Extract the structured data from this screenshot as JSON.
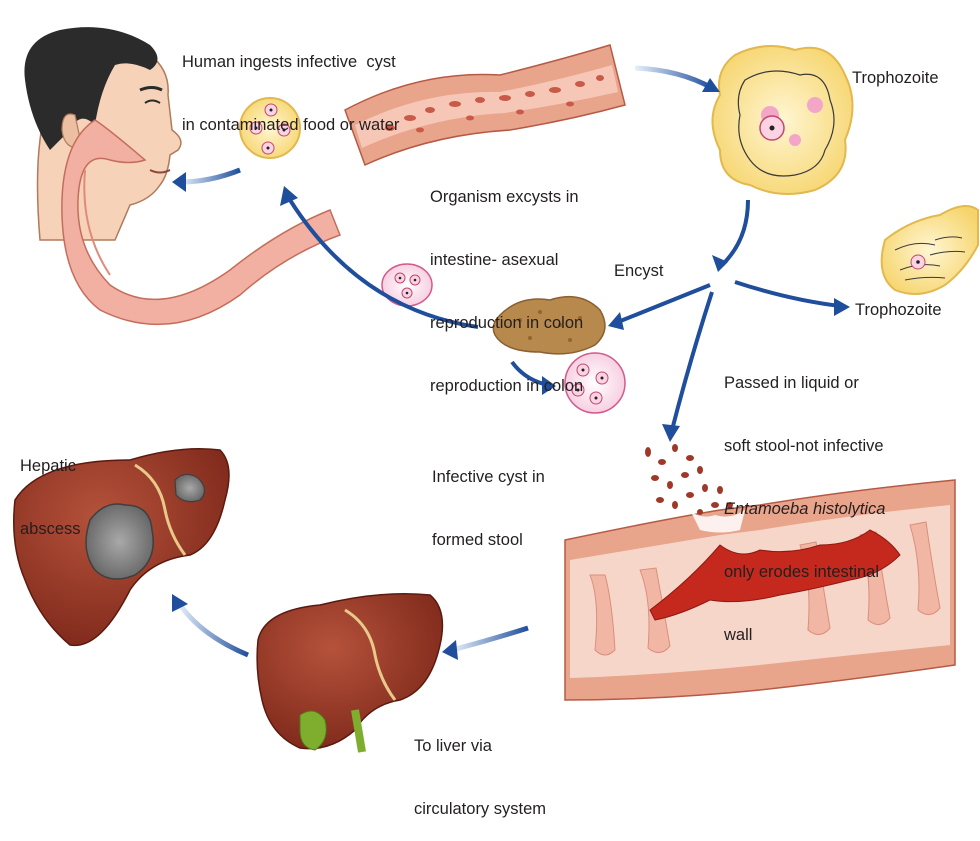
{
  "labels": {
    "ingest": [
      "Human ingests infective  cyst",
      "in contaminated food or water"
    ],
    "trophozoite_top": "Trophozoite",
    "excyst": [
      "Organism excysts in",
      "intestine- asexual",
      "reproduction in colon",
      "reproduction in colon"
    ],
    "encyst": "Encyst",
    "trophozoite_right": "Trophozoite",
    "passed": [
      "Passed in liquid or",
      "soft stool-not infective"
    ],
    "species": "Entamoeba histolytica",
    "erodes": [
      "only erodes intestinal",
      "wall"
    ],
    "infective_cyst": [
      "Infective cyst in",
      "formed stool"
    ],
    "hepatic": [
      "Hepatic",
      "abscess"
    ],
    "to_liver": [
      "To liver via",
      "circulatory system"
    ]
  },
  "colors": {
    "arrow_dark": "#1f4e9c",
    "arrow_light": "#cfe3f5",
    "skin": "#f6d2b8",
    "hair": "#2b2b2b",
    "intestine_outer": "#e9a48c",
    "intestine_inner": "#c95a48",
    "cell_yellow": "#fbe7a3",
    "cell_pink": "#f3a6c8",
    "liver": "#8f3023",
    "liver_light": "#b04a36",
    "abscess": "#8a8a8a",
    "stool": "#b8894c",
    "blood": "#c5281c",
    "gallbladder": "#7fae2e"
  }
}
